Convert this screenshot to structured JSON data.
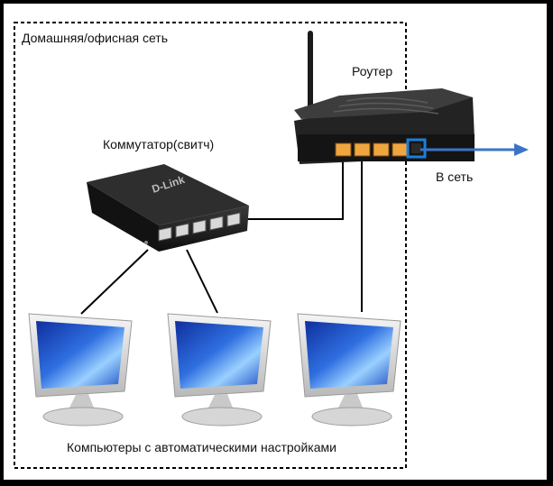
{
  "labels": {
    "network": "Домашняя/офисная сеть",
    "router": "Роутер",
    "switch": "Коммутатор(свитч)",
    "internet": "В сеть",
    "computers": "Компьютеры с автоматическими настройками"
  },
  "switch_brand": "D-Link",
  "colors": {
    "background": "#ffffff",
    "frame_border": "#000000",
    "arrow": "#3b74c7",
    "lan_ports": "#f0a640",
    "wan_port": "#1b7fd8",
    "device_body": "#1c1c1c",
    "screen": "#1f56c9"
  },
  "icons": {
    "router": "router-icon",
    "switch": "switch-icon",
    "computer": "monitor-icon"
  }
}
